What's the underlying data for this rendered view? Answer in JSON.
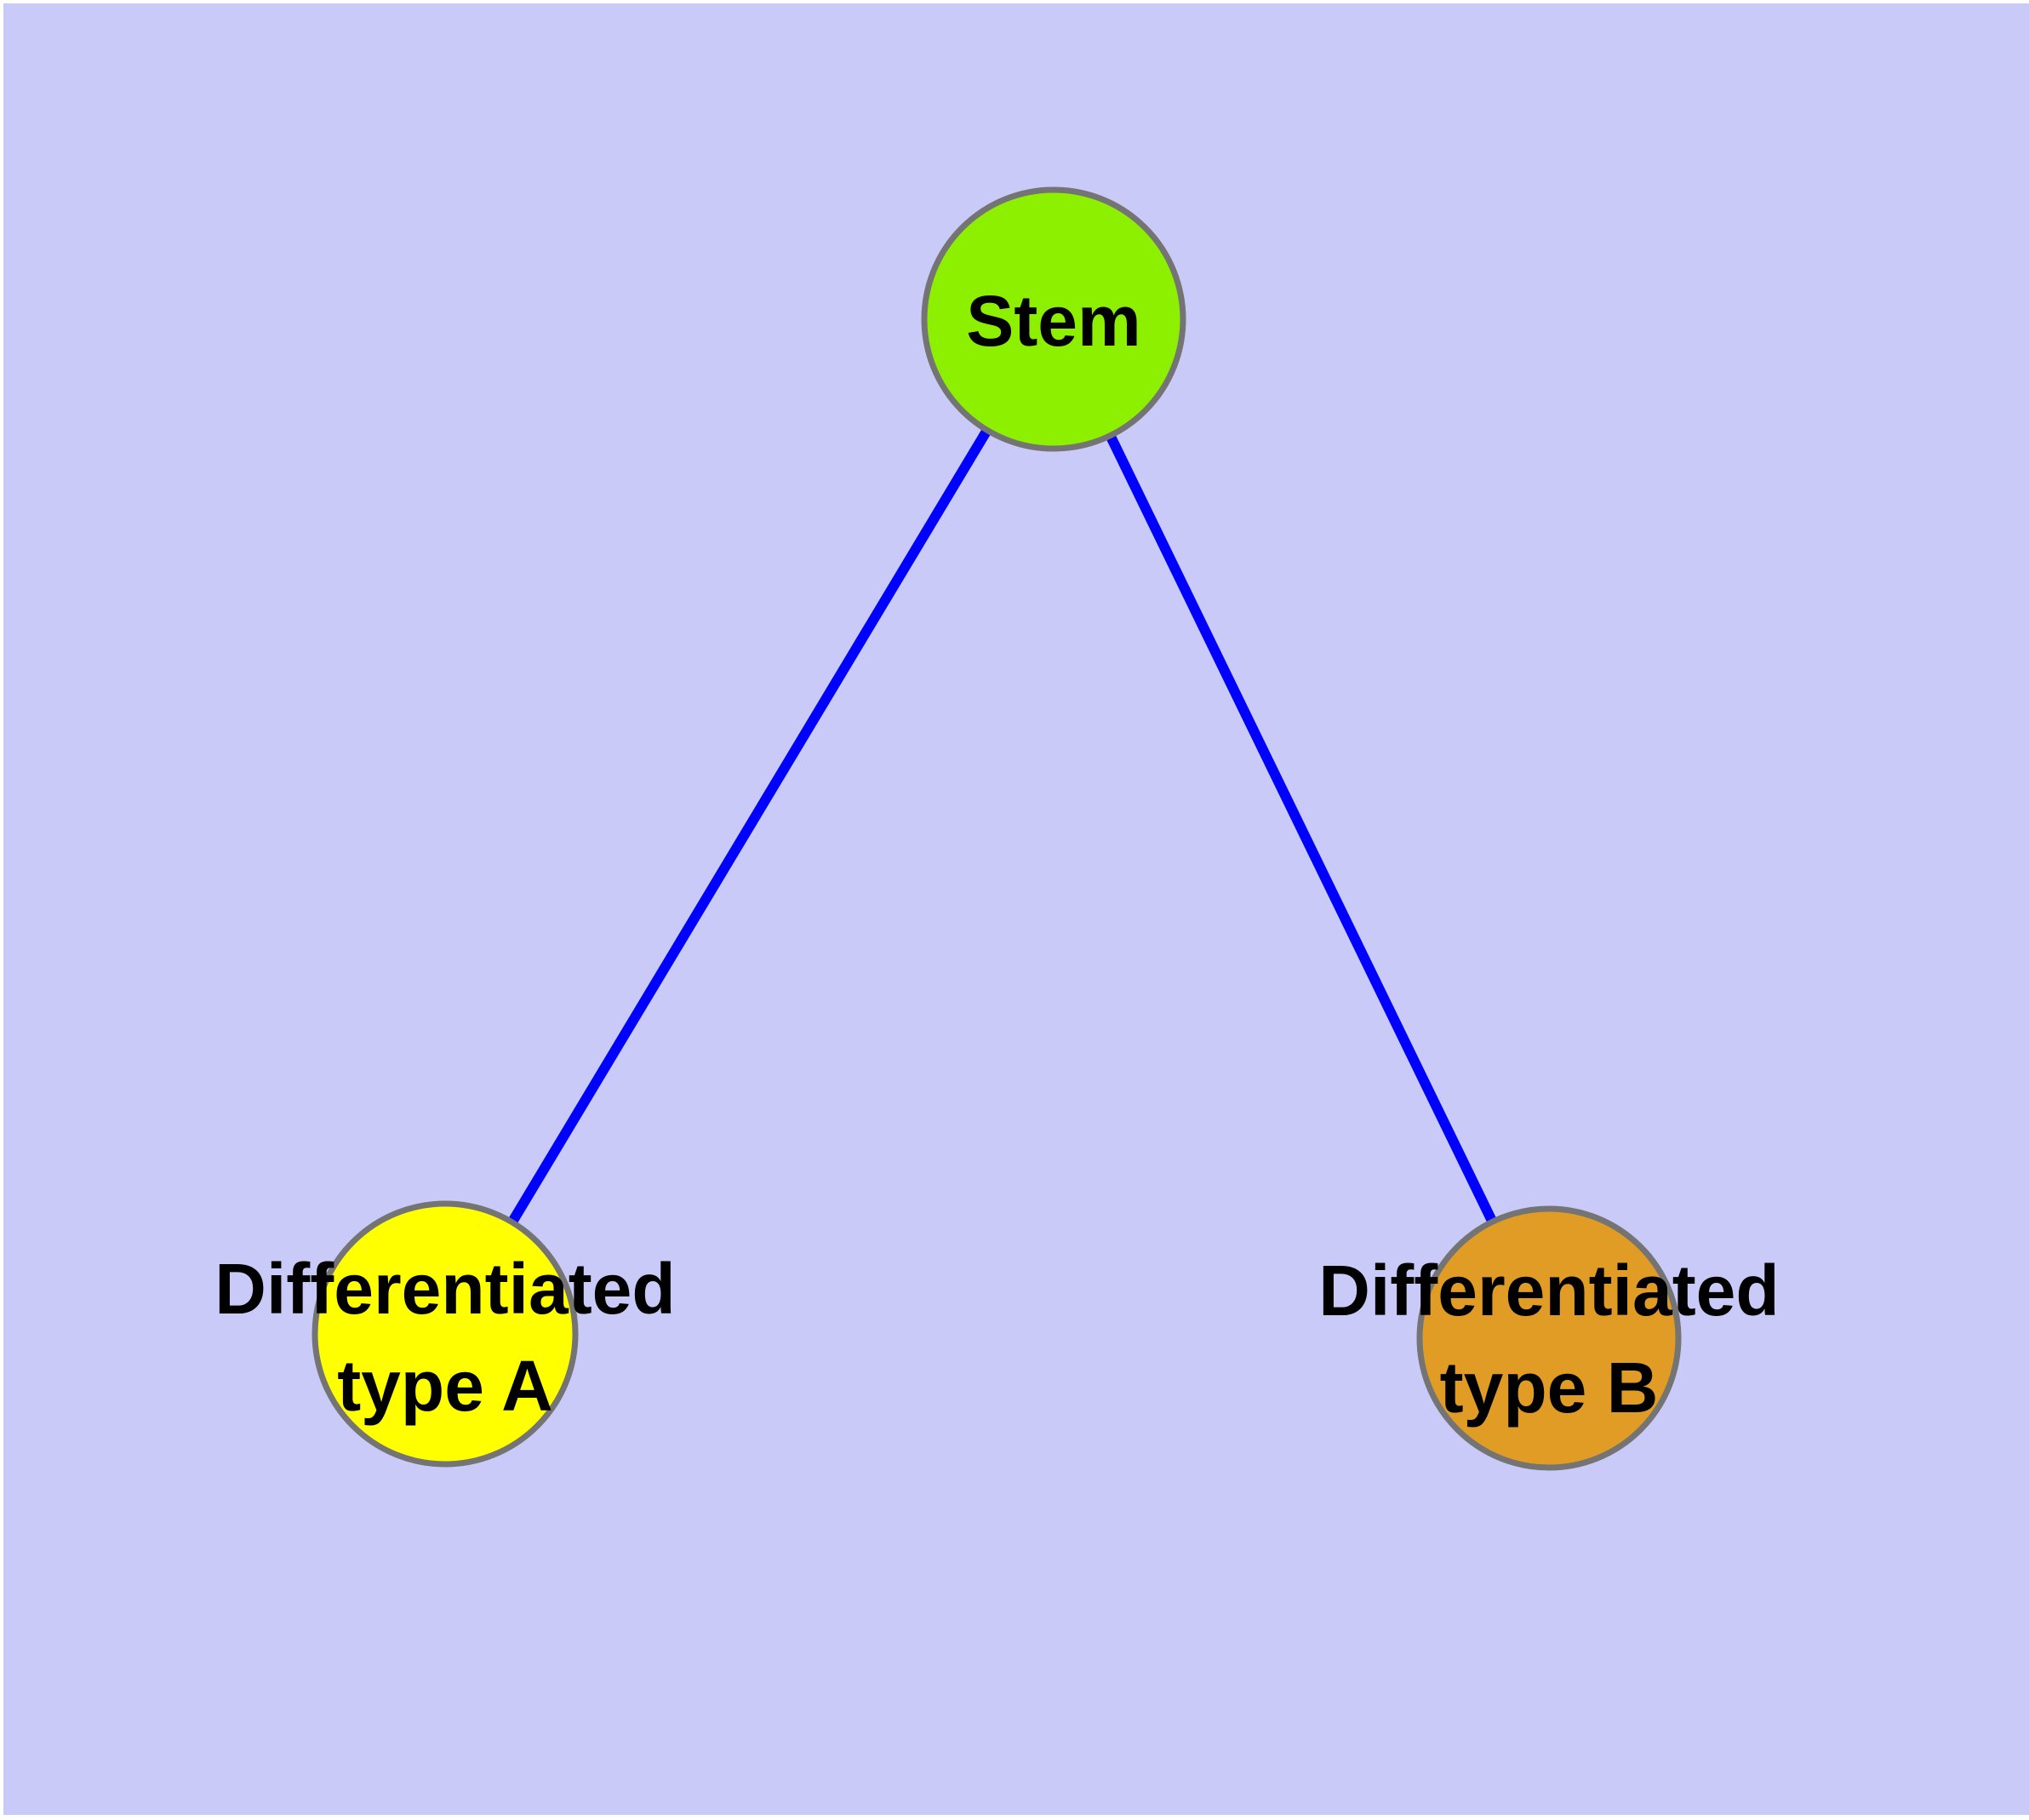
{
  "canvas": {
    "background_color": "#CACAF8",
    "frame_color": "#FFFFFF"
  },
  "diagram": {
    "type": "node-link-graph",
    "label_color": "#000000",
    "nodes": [
      {
        "id": "stem",
        "label": "Stem",
        "color": "#8CF000",
        "border_color": "#747474"
      },
      {
        "id": "differentiated-type-a",
        "label": "Differentiated\ntype A",
        "color": "#FFFF00",
        "border_color": "#747474"
      },
      {
        "id": "differentiated-type-b",
        "label": "Differentiated\ntype B",
        "color": "#E09C24",
        "border_color": "#747474"
      }
    ],
    "edges": [
      {
        "from": "stem",
        "to": "differentiated-type-a",
        "color": "#0000FF"
      },
      {
        "from": "stem",
        "to": "differentiated-type-b",
        "color": "#0000FF"
      }
    ]
  }
}
